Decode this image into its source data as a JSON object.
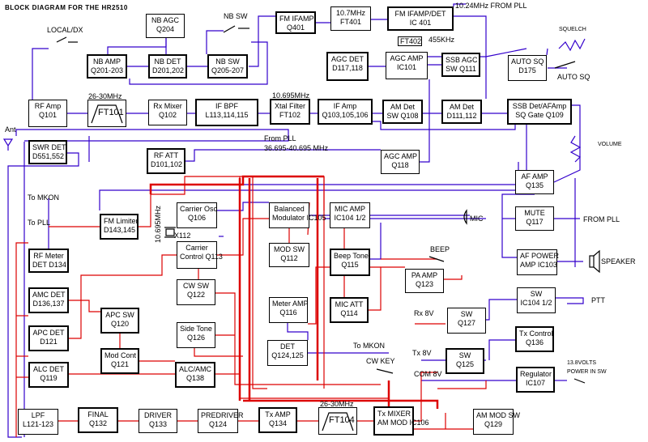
{
  "title": "BLOCK DIAGRAM FOR THE HR2510",
  "colors": {
    "rx_line": "#3300cc",
    "tx_line": "#dd0000",
    "tx_thick": "#cc1111",
    "box": "#000000",
    "bg": "#ffffff"
  },
  "blocks": {
    "nb_agc": [
      "NB AGC",
      "Q204"
    ],
    "nb_amp": [
      "NB AMP",
      "Q201-203"
    ],
    "nb_det": [
      "NB DET",
      "D201,202"
    ],
    "nb_sw": [
      "NB SW",
      "Q205-207"
    ],
    "fm_ifamp": [
      "FM IFAMP",
      "Q401"
    ],
    "ft401": [
      "10.7MHz",
      "FT401"
    ],
    "fm_ifamp_det": [
      "FM IFAMP/DET",
      "IC 401"
    ],
    "ft402": [
      "FT402",
      ""
    ],
    "agc_det": [
      "AGC DET",
      "D117,118"
    ],
    "agc_amp": [
      "AGC AMP",
      "IC101"
    ],
    "ssb_agc": [
      "SSB AGC",
      "SW Q111"
    ],
    "auto_sq": [
      "AUTO SQ",
      "D175"
    ],
    "rf_amp": [
      "RF Amp",
      "Q101"
    ],
    "ft101": [
      "FT101",
      ""
    ],
    "rx_mixer": [
      "Rx Mixer",
      "Q102"
    ],
    "if_bpf": [
      "IF BPF",
      "L113,114,115"
    ],
    "xtal_filter": [
      "Xtal Filter",
      "FT102"
    ],
    "if_amp": [
      "IF Amp",
      "Q103,105,106"
    ],
    "am_det_sw": [
      "AM Det",
      "SW Q108"
    ],
    "am_det": [
      "AM Det",
      "D111,112"
    ],
    "ssb_det": [
      "SSB Det/AFAmp",
      "SQ Gate Q109"
    ],
    "swr_det": [
      "SWR DET",
      "D551,552"
    ],
    "rf_att": [
      "RF ATT",
      "D101,102"
    ],
    "agc_amp2": [
      "AGC AMP",
      "Q118"
    ],
    "af_amp": [
      "AF AMP",
      "Q135"
    ],
    "mute": [
      "MUTE",
      "Q117"
    ],
    "af_power": [
      "AF POWER",
      "AMP IC103"
    ],
    "fm_limiter": [
      "FM Limiter",
      "D143,145"
    ],
    "carrier_osc": [
      "Carrier Osc",
      "Q106"
    ],
    "carrier_control": [
      "Carrier",
      "Control Q113"
    ],
    "bal_mod": [
      "Balanced",
      "Modulator IC105"
    ],
    "mic_amp": [
      "MIC AMP",
      "IC104 1/2"
    ],
    "mod_sw": [
      "MOD SW",
      "Q112"
    ],
    "beep_tone": [
      "Beep Tone",
      "Q115"
    ],
    "pa_amp": [
      "PA AMP",
      "Q123"
    ],
    "rf_meter": [
      "RF Meter",
      "DET D134"
    ],
    "cw_sw": [
      "CW SW",
      "Q122"
    ],
    "amc_det": [
      "AMC DET",
      "D136,137"
    ],
    "apc_sw": [
      "APC SW",
      "Q120"
    ],
    "meter_amp": [
      "Meter AMP",
      "Q116"
    ],
    "mic_att": [
      "MIC ATT",
      "Q114"
    ],
    "sw_ptt": [
      "SW",
      "IC104 1/2"
    ],
    "apc_det": [
      "APC DET",
      "D121"
    ],
    "side_tone": [
      "Side Tone",
      "Q126"
    ],
    "det": [
      "DET",
      "Q124,125"
    ],
    "sw_q127": [
      "SW",
      "Q127"
    ],
    "tx_control": [
      "Tx Control",
      "Q136"
    ],
    "mod_cont": [
      "Mod Cont",
      "Q121"
    ],
    "sw_q125": [
      "SW",
      "Q125"
    ],
    "alc_det": [
      "ALC DET",
      "Q119"
    ],
    "alc_amc": [
      "ALC/AMC",
      "Q138"
    ],
    "regulator": [
      "Regulator",
      "IC107"
    ],
    "lpf": [
      "LPF",
      "L121-123"
    ],
    "final": [
      "FINAL",
      "Q132"
    ],
    "driver": [
      "DRIVER",
      "Q133"
    ],
    "predriver": [
      "PREDRIVER",
      "Q124"
    ],
    "tx_amp": [
      "Tx AMP",
      "Q134"
    ],
    "ft104": [
      "FT104",
      ""
    ],
    "tx_mixer": [
      "Tx MIXER",
      "AM MOD IC106"
    ],
    "ammod_sw": [
      "AM MOD SW",
      "Q129"
    ]
  },
  "labels": {
    "local_dx": "LOCAL/DX",
    "nb_sw_label": "NB SW",
    "pll_1024": "10.24MHz FROM PLL",
    "khz455": "455KHz",
    "squelch": "SQUELCH",
    "auto_sq": "AUTO SQ",
    "mhz26_30_rx": "26-30MHz",
    "mhz10695": "10.695MHz",
    "ant": "Ant",
    "from_pll": "From PLL",
    "pll_range": "36.695-40.695 MHz",
    "volume": "VOLUME",
    "to_mkon": "To MKON",
    "to_pll": "To PLL",
    "x112": "X112",
    "osc_freq": "10.695MHz",
    "mic": "MIC",
    "from_pll2": "FROM PLL",
    "beep": "BEEP",
    "speaker": "SPEAKER",
    "ptt": "PTT",
    "rx8v": "Rx 8V",
    "tx8v": "Tx 8V",
    "com8v": "COM 8V",
    "to_mkon2": "To MKON",
    "cw_key": "CW KEY",
    "volts": "13.8VOLTS",
    "power_sw": "POWER IN SW",
    "mhz26_30_tx": "26-30MHz"
  }
}
